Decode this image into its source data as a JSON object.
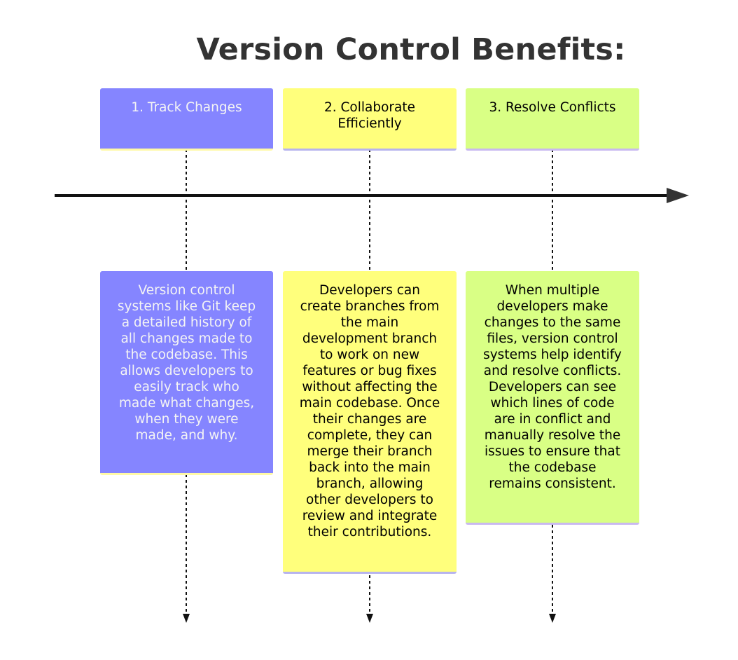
{
  "title": "Version Control Benefits:",
  "sections": [
    {
      "heading": "1. Track Changes",
      "text": "Version control systems like Git keep a detailed history of all changes made to the codebase. This allows developers to easily track who made what changes, when they were made, and why."
    },
    {
      "heading": "2. Collaborate Efficiently",
      "text": "Developers can create branches from the main development branch to work on new features or bug fixes without affecting the main codebase. Once their changes are complete, they can merge their branch back into the main branch, allowing other developers to review and integrate their contributions."
    },
    {
      "heading": "3. Resolve Conflicts",
      "text": "When multiple developers make changes to the same files, version control systems help identify and resolve conflicts. Developers can see which lines of code are in conflict and manually resolve the issues to ensure that the codebase remains consistent."
    }
  ],
  "colors": {
    "section_1": "#8585ff",
    "section_2": "#ffff7c",
    "section_3": "#d9ff85",
    "title": "#333333",
    "timeline": "#111111"
  }
}
